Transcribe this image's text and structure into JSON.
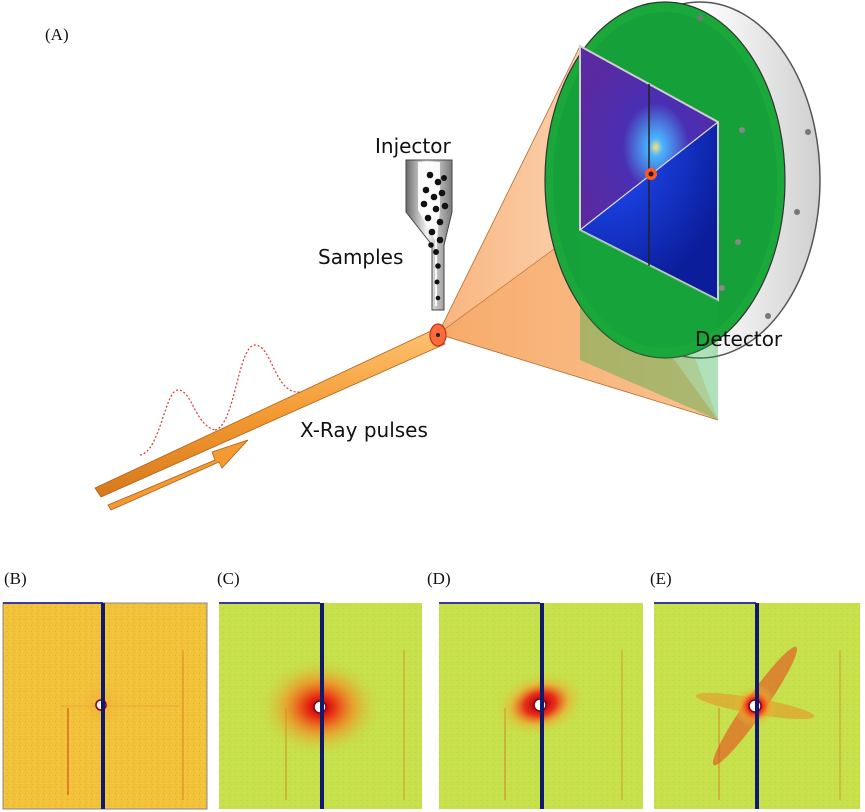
{
  "panel_labels": {
    "a": "(A)",
    "b": "(B)",
    "c": "(C)",
    "d": "(D)",
    "e": "(E)"
  },
  "annotations": {
    "injector": "Injector",
    "samples": "Samples",
    "detector": "Detector",
    "xray": "X-Ray pulses"
  },
  "colors": {
    "beam": "#f39a32",
    "beam_edge": "#b0601a",
    "cone": "#f7b27a",
    "detector_green": "#1aa83a",
    "pulse_curve": "#d8392b",
    "blocker": "#0d1a6e",
    "pattern_bg_b": "#f2c23a",
    "pattern_bg_cde": "#c8e04a"
  },
  "icons": {
    "sample-droplet": "black-dot",
    "arrow": "beam-direction-arrow"
  }
}
